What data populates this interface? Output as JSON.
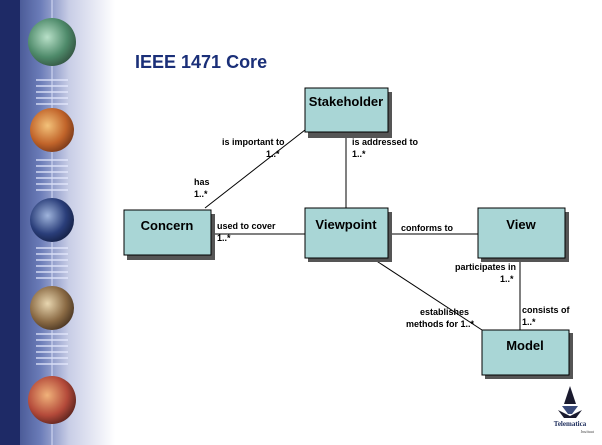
{
  "slide": {
    "title": "IEEE 1471 Core"
  },
  "diagram": {
    "nodes": [
      {
        "id": "stakeholder",
        "label": "Stakeholder"
      },
      {
        "id": "concern",
        "label": "Concern"
      },
      {
        "id": "viewpoint",
        "label": "Viewpoint"
      },
      {
        "id": "view",
        "label": "View"
      },
      {
        "id": "model",
        "label": "Model"
      }
    ],
    "edges": [
      {
        "id": "concern-stakeholder",
        "from": "concern",
        "to": "stakeholder",
        "labels": [
          "is important to",
          "1..*",
          "has",
          "1..*"
        ]
      },
      {
        "id": "stakeholder-viewpoint",
        "from": "stakeholder",
        "to": "viewpoint",
        "labels": [
          "is addressed to",
          "1..*"
        ]
      },
      {
        "id": "concern-viewpoint",
        "from": "concern",
        "to": "viewpoint",
        "labels": [
          "used to cover",
          "1..*"
        ]
      },
      {
        "id": "viewpoint-view",
        "from": "viewpoint",
        "to": "view",
        "labels": [
          "conforms to"
        ]
      },
      {
        "id": "view-model-participates",
        "from": "view",
        "to": "model",
        "labels": [
          "participates in",
          "1..*"
        ]
      },
      {
        "id": "view-model-consists",
        "from": "view",
        "to": "model",
        "labels": [
          "consists of",
          "1..*"
        ]
      },
      {
        "id": "viewpoint-model",
        "from": "viewpoint",
        "to": "model",
        "labels": [
          "establishes",
          "methods for 1..*"
        ]
      }
    ],
    "colors": {
      "box_fill": "#a9d6d6",
      "box_stroke": "#000000",
      "shadow": "#555555"
    }
  },
  "branding": {
    "logo_text": "Telematica",
    "logo_subtext": "Instituut"
  }
}
